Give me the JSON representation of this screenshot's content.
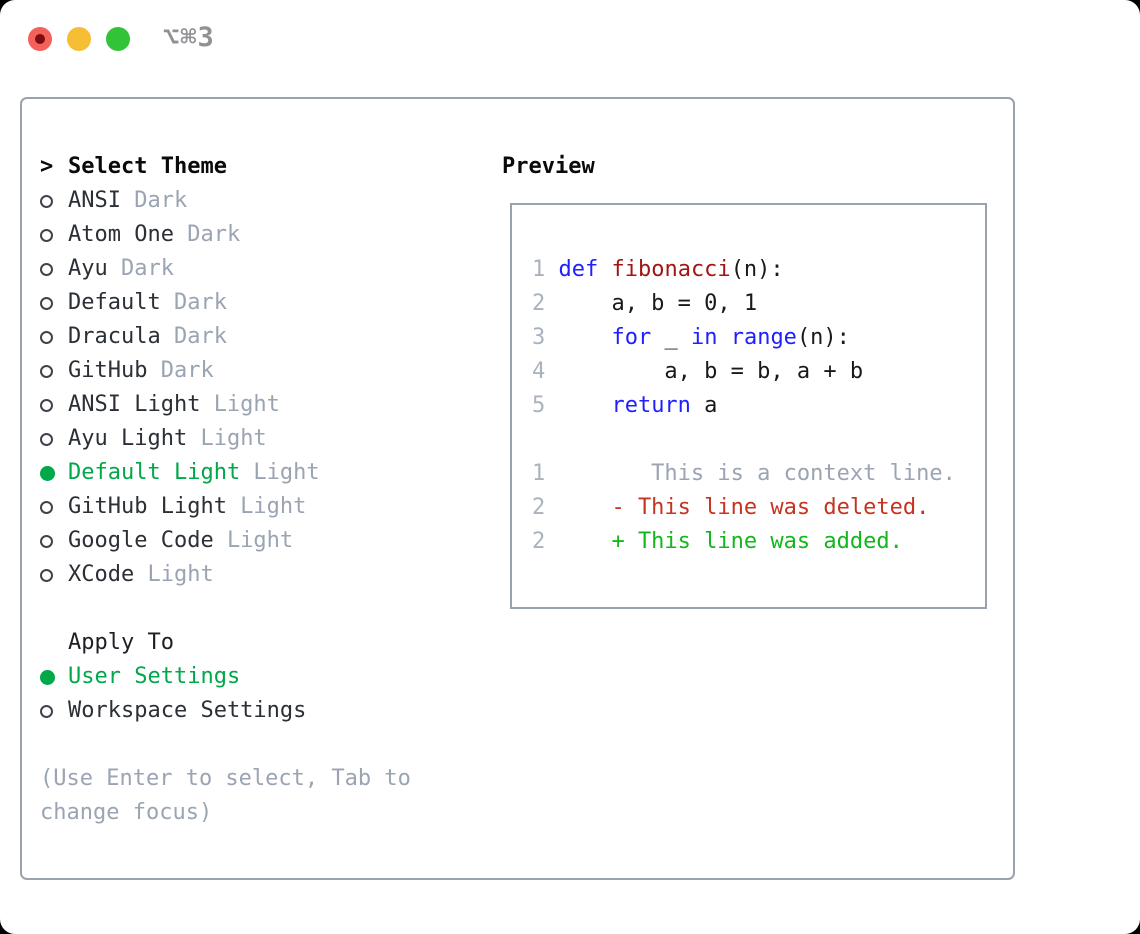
{
  "window": {
    "shortcut": "⌥⌘3"
  },
  "colors": {
    "ui-green": "#00a84a",
    "added-green": "#12b71c",
    "deleted-red": "#c5341f",
    "keyword-blue": "#2020ff",
    "function-red": "#a31515",
    "muted-gray": "#9aa4b2",
    "line-number-gray": "#a9b2bd",
    "text-dark": "#2b2f36",
    "code-text": "#17191d",
    "border-gray": "#99a2ad",
    "traffic-red": "#f4605a",
    "traffic-red-dot": "#7c0c0e",
    "traffic-yellow": "#f6be34",
    "traffic-green": "#32c338",
    "titlebar-gray": "#909095"
  },
  "theme_panel": {
    "header": {
      "prefix": ">",
      "label": "Select Theme"
    },
    "themes": [
      {
        "name": "ANSI",
        "tag": "Dark",
        "selected": false
      },
      {
        "name": "Atom One",
        "tag": "Dark",
        "selected": false
      },
      {
        "name": "Ayu",
        "tag": "Dark",
        "selected": false
      },
      {
        "name": "Default",
        "tag": "Dark",
        "selected": false
      },
      {
        "name": "Dracula",
        "tag": "Dark",
        "selected": false
      },
      {
        "name": "GitHub",
        "tag": "Dark",
        "selected": false
      },
      {
        "name": "ANSI Light",
        "tag": "Light",
        "selected": false
      },
      {
        "name": "Ayu Light",
        "tag": "Light",
        "selected": false
      },
      {
        "name": "Default Light",
        "tag": "Light",
        "selected": true
      },
      {
        "name": "GitHub Light",
        "tag": "Light",
        "selected": false
      },
      {
        "name": "Google Code",
        "tag": "Light",
        "selected": false
      },
      {
        "name": "XCode",
        "tag": "Light",
        "selected": false
      }
    ],
    "apply_to": {
      "label": "Apply To",
      "options": [
        {
          "name": "User Settings",
          "selected": true
        },
        {
          "name": "Workspace Settings",
          "selected": false
        }
      ]
    },
    "hint": "(Use Enter to select, Tab to change focus)"
  },
  "preview": {
    "label": "Preview",
    "code_lines": [
      {
        "num": "1",
        "segments": [
          {
            "t": "def",
            "c": "kw"
          },
          {
            "t": " "
          },
          {
            "t": "fibonacci",
            "c": "fn"
          },
          {
            "t": "(n):"
          }
        ]
      },
      {
        "num": "2",
        "segments": [
          {
            "t": "    a, b = 0, 1"
          }
        ]
      },
      {
        "num": "3",
        "segments": [
          {
            "t": "    "
          },
          {
            "t": "for",
            "c": "kw"
          },
          {
            "t": " _ "
          },
          {
            "t": "in",
            "c": "kw"
          },
          {
            "t": " "
          },
          {
            "t": "range",
            "c": "kw"
          },
          {
            "t": "(n):"
          }
        ]
      },
      {
        "num": "4",
        "segments": [
          {
            "t": "        a, b = b, a + b"
          }
        ]
      },
      {
        "num": "5",
        "segments": [
          {
            "t": "    "
          },
          {
            "t": "return",
            "c": "kw"
          },
          {
            "t": " a"
          }
        ]
      }
    ],
    "diff_lines": [
      {
        "num": "1",
        "text": "       This is a context line.",
        "kind": "context"
      },
      {
        "num": "2",
        "text": "    - This line was deleted.",
        "kind": "deleted"
      },
      {
        "num": "2",
        "text": "    + This line was added.",
        "kind": "added"
      }
    ]
  }
}
